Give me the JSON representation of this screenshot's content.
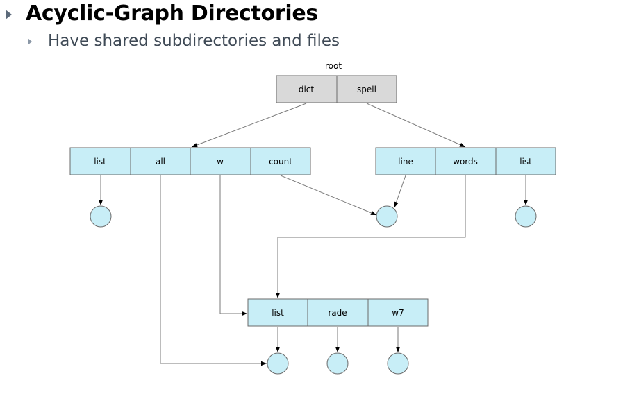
{
  "slide": {
    "title": "Acyclic-Graph Directories",
    "subtitle": "Have shared subdirectories and files"
  },
  "diagram": {
    "root_label": "root",
    "root_dir": [
      "dict",
      "spell"
    ],
    "dict_dir": [
      "list",
      "all",
      "w",
      "count"
    ],
    "spell_dir": [
      "line",
      "words",
      "list"
    ],
    "w_dir": [
      "list",
      "rade",
      "w7"
    ]
  }
}
